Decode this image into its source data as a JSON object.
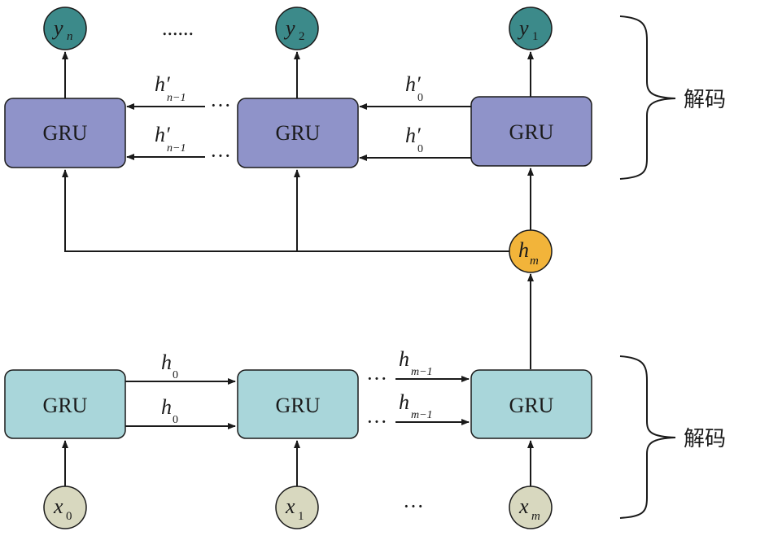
{
  "colors": {
    "decoder_box": "#8f93c9",
    "encoder_box": "#a9d6da",
    "output_node": "#3c8a8a",
    "hidden_node": "#f2b43a",
    "input_node": "#d8d8bf",
    "stroke": "#1a1a1a"
  },
  "decoder": {
    "boxes": [
      "GRU",
      "GRU",
      "GRU"
    ],
    "outputs": [
      {
        "base": "y",
        "sub": "n"
      },
      {
        "base": "y",
        "sub": "2"
      },
      {
        "base": "y",
        "sub": "1"
      }
    ],
    "output_ellipsis": "......",
    "arrows_left": [
      {
        "base": "h′",
        "sub": "n−1"
      },
      {
        "base": "h′",
        "sub": "n−1"
      }
    ],
    "arrows_right": [
      {
        "base": "h′",
        "sub": "0"
      },
      {
        "base": "h′",
        "sub": "0"
      }
    ],
    "arrow_ellipsis": "···",
    "brace_label": "解码"
  },
  "hidden_state": {
    "base": "h",
    "sub": "m"
  },
  "encoder": {
    "boxes": [
      "GRU",
      "GRU",
      "GRU"
    ],
    "inputs": [
      {
        "base": "x",
        "sub": "0"
      },
      {
        "base": "x",
        "sub": "1"
      },
      {
        "base": "x",
        "sub": "m"
      }
    ],
    "input_ellipsis": "···",
    "arrows_left": [
      {
        "base": "h",
        "sub": "0"
      },
      {
        "base": "h",
        "sub": "0"
      }
    ],
    "arrows_right": [
      {
        "base": "h",
        "sub": "m−1"
      },
      {
        "base": "h",
        "sub": "m−1"
      }
    ],
    "arrow_ellipsis": "···",
    "brace_label": "解码"
  }
}
